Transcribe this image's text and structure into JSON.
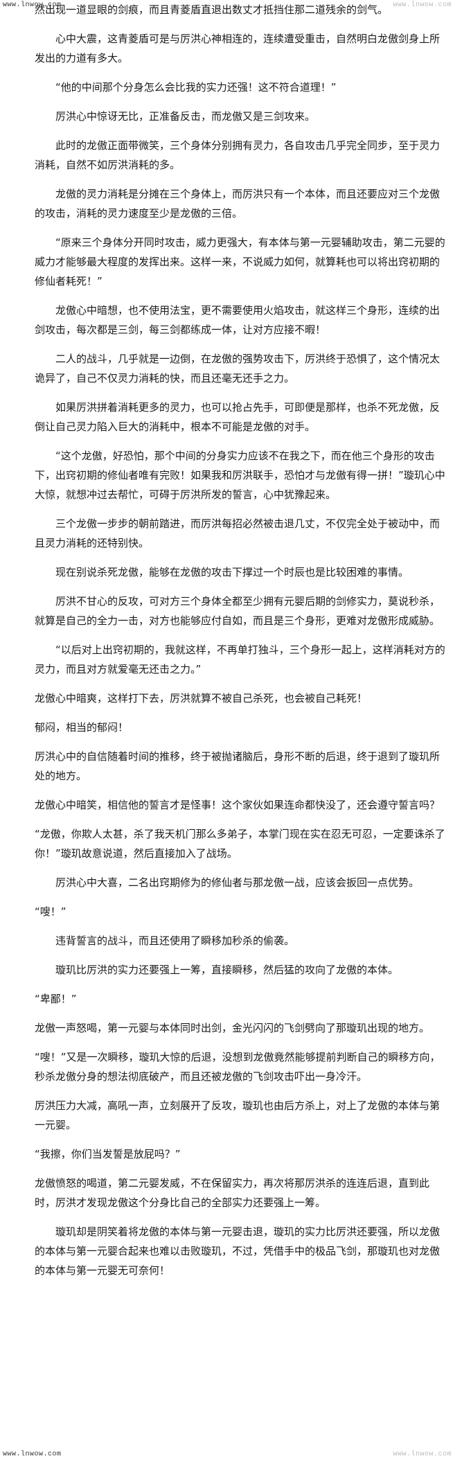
{
  "watermark": {
    "top_left": "www.lnwow.com",
    "top_right": "www.lnwow.com",
    "bottom_left": "www.lnwow.com",
    "bottom_right": "www.lnwow.com"
  },
  "paragraphs": [
    "然出现一道显眼的剑痕，而且青菱盾直退出数丈才抵挡住那二道残余的剑气。",
    "心中大震，这青菱盾可是与厉洪心神相连的，连续遭受重击，自然明白龙傲剑身上所发出的力道有多大。",
    "“他的中间那个分身怎么会比我的实力还强！这不符合道理！”",
    "厉洪心中惊讶无比，正准备反击，而龙傲又是三剑攻来。",
    "此时的龙傲正面带微笑，三个身体分别拥有灵力，各自攻击几乎完全同步，至于灵力消耗，自然不如厉洪消耗的多。",
    "龙傲的灵力消耗是分摊在三个身体上，而厉洪只有一个本体，而且还要应对三个龙傲的攻击，消耗的灵力速度至少是龙傲的三倍。",
    "“原来三个身体分开同时攻击，威力更强大，有本体与第一元婴辅助攻击，第二元婴的威力才能够最大程度的发挥出来。这样一来，不说威力如何，就算耗也可以将出窍初期的修仙者耗死！”",
    "龙傲心中暗想，也不使用法宝，更不需要使用火焰攻击，就这样三个身形，连续的出剑攻击，每次都是三剑，每三剑都练成一体，让对方应接不暇！",
    "二人的战斗，几乎就是一边倒，在龙傲的强势攻击下，厉洪终于恐惧了，这个情况太诡异了，自己不仅灵力消耗的快，而且还毫无还手之力。",
    "如果厉洪拼着消耗更多的灵力，也可以抢占先手，可即便是那样，也杀不死龙傲，反倒让自己灵力陷入巨大的消耗中，根本不可能是龙傲的对手。",
    "“这个龙傲，好恐怕，那个中间的分身实力应该不在我之下，而在他三个身形的攻击下，出窍初期的修仙者唯有完败！如果我和厉洪联手，恐怕才与龙傲有得一拼！”璇玑心中大惊，就想冲过去帮忙，可碍于厉洪所发的誓言，心中犹豫起来。",
    "三个龙傲一步步的朝前踏进，而厉洪每招必然被击退几丈，不仅完全处于被动中，而且灵力消耗的还特别快。",
    "现在别说杀死龙傲，能够在龙傲的攻击下撑过一个时辰也是比较困难的事情。",
    "厉洪不甘心的反攻，可对方三个身体全都至少拥有元婴后期的剑修实力，莫说秒杀，就算是自己的全力一击，对方也能够应付自如，而且是三个身形，更难对龙傲形成威胁。",
    "“以后对上出窍初期的，我就这样，不再单打独斗，三个身形一起上，这样消耗对方的灵力，而且对方就爱毫无还击之力。”",
    "龙傲心中暗爽，这样打下去，厉洪就算不被自己杀死，也会被自己耗死！",
    "郁闷，相当的郁闷！",
    "厉洪心中的自信随着时间的推移，终于被抛诸脑后，身形不断的后退，终于退到了璇玑所处的地方。",
    "龙傲心中暗笑，相信他的誓言才是怪事！这个家伙如果连命都快没了，还会遵守誓言吗？",
    "“龙傲，你欺人太甚，杀了我天机门那么多弟子，本掌门现在实在忍无可忍，一定要诛杀了你！”璇玑故意说道，然后直接加入了战场。",
    "厉洪心中大喜，二名出窍期修为的修仙者与那龙傲一战，应该会扳回一点优势。",
    "“嗖！”",
    "违背誓言的战斗，而且还使用了瞬移加秒杀的偷袭。",
    "璇玑比厉洪的实力还要强上一筹，直接瞬移，然后猛的攻向了龙傲的本体。",
    "“卑鄙！”",
    "龙傲一声怒喝，第一元婴与本体同时出剑，金光闪闪的飞剑劈向了那璇玑出现的地方。",
    "“嗖！”又是一次瞬移，璇玑大惊的后退，没想到龙傲竟然能够提前判断自己的瞬移方向，秒杀龙傲分身的想法彻底破产，而且还被龙傲的飞剑攻击吓出一身冷汗。",
    "厉洪压力大减，高吼一声，立刻展开了反攻，璇玑也由后方杀上，对上了龙傲的本体与第一元婴。",
    "“我擦，你们当发誓是放屁吗？”",
    "龙傲愤怒的喝道，第二元婴发威，不在保留实力，再次将那厉洪杀的连连后退，直到此时，厉洪才发现龙傲这个分身比自己的全部实力还要强上一筹。",
    "璇玑却是阴笑着将龙傲的本体与第一元婴击退，璇玑的实力比厉洪还要强，所以龙傲的本体与第一元婴合起来也难以击败璇玑，不过，凭借手中的极品飞剑，那璇玑也对龙傲的本体与第一元婴无可奈何！"
  ]
}
